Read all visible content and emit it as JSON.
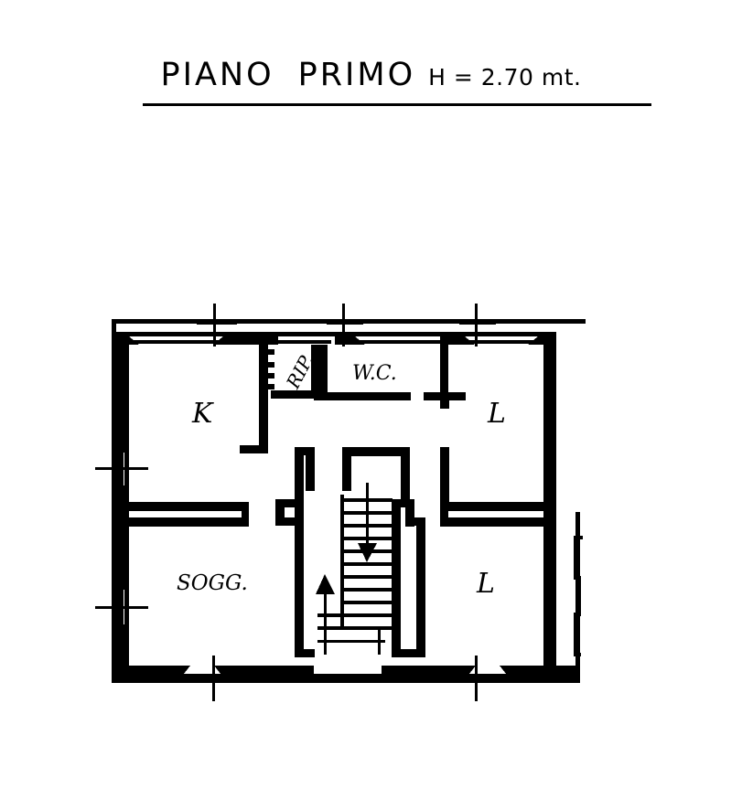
{
  "document": {
    "type": "architectural-floor-plan",
    "title_main": "PIANO  PRIMO",
    "title_floor_word": "PIANO",
    "title_level_word": "PRIMO",
    "title_height_note": "H = 2.70 mt.",
    "ceiling_height_value": "2.70",
    "ceiling_height_unit": "mt.",
    "background_color": "#ffffff",
    "ink_color": "#000000"
  },
  "plan": {
    "rooms": [
      {
        "id": "kitchen",
        "label": "K",
        "meaning": "cucina",
        "position": "upper-left"
      },
      {
        "id": "closet",
        "label": "RIP.",
        "meaning": "ripostiglio",
        "position": "upper-center-left",
        "rotated": "true"
      },
      {
        "id": "bathroom",
        "label": "W.C.",
        "meaning": "water closet",
        "position": "upper-center"
      },
      {
        "id": "bedroom-upper",
        "label": "L",
        "meaning": "letto",
        "position": "upper-right"
      },
      {
        "id": "living",
        "label": "SOGG.",
        "meaning": "soggiorno",
        "position": "lower-left"
      },
      {
        "id": "bedroom-lower",
        "label": "L",
        "meaning": "letto",
        "position": "lower-right"
      }
    ],
    "stair": {
      "name": "staircase",
      "step_count": 14,
      "up_arrow_label": "up",
      "down_arrow_label": "down"
    },
    "legend_note": ""
  }
}
